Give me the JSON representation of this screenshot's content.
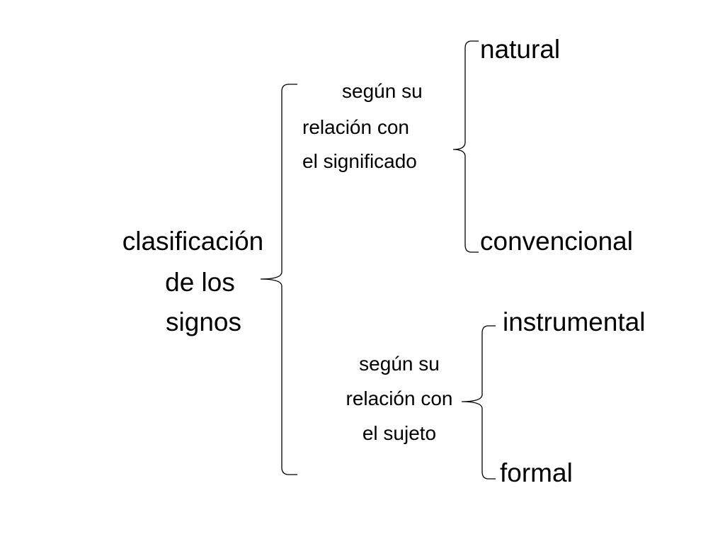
{
  "root": {
    "lines": [
      "clasificación",
      "de los",
      "signos"
    ]
  },
  "branches": [
    {
      "criterion_lines": [
        "según su",
        "relación con",
        "el significado"
      ],
      "leaves": [
        "natural",
        "convencional"
      ]
    },
    {
      "criterion_lines": [
        "según su",
        "relación con",
        "el sujeto"
      ],
      "leaves": [
        "instrumental",
        "formal"
      ]
    }
  ]
}
